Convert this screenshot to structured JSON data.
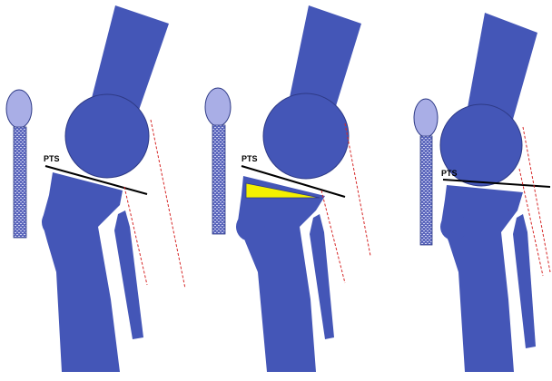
{
  "colors": {
    "bone": "#4456b7",
    "bone_edge": "#2e3a86",
    "patella_fill": "#a9aee6",
    "tendon_fill": "#5d68bd",
    "tendon_pattern": "#c9cdef",
    "wedge": "#f4f000",
    "tibial_line": "#000000",
    "dashed_line": "#d62828",
    "background": "#ffffff"
  },
  "panels": [
    {
      "label": "PTS",
      "wedge": false
    },
    {
      "label": "PTS",
      "wedge": true
    },
    {
      "label": "PTS",
      "wedge": false
    }
  ]
}
